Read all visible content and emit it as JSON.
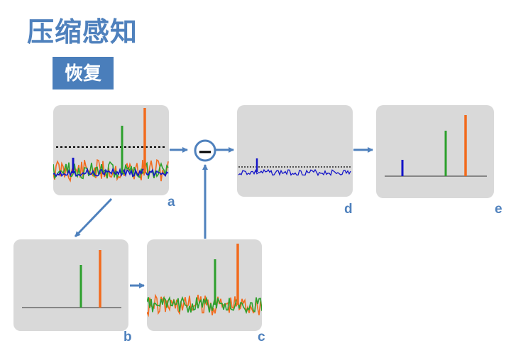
{
  "header": {
    "title": "压缩感知",
    "badge": "恢复"
  },
  "panels": {
    "a": {
      "label": "a"
    },
    "b": {
      "label": "b"
    },
    "c": {
      "label": "c"
    },
    "d": {
      "label": "d"
    },
    "e": {
      "label": "e"
    }
  },
  "operator": {
    "symbol": "−"
  },
  "colors": {
    "accent": "#4f81bd",
    "panel_bg": "#d9d9d9",
    "spike_blue": "#1414c8",
    "spike_green": "#2ca02c",
    "spike_orange": "#f26b1d"
  }
}
